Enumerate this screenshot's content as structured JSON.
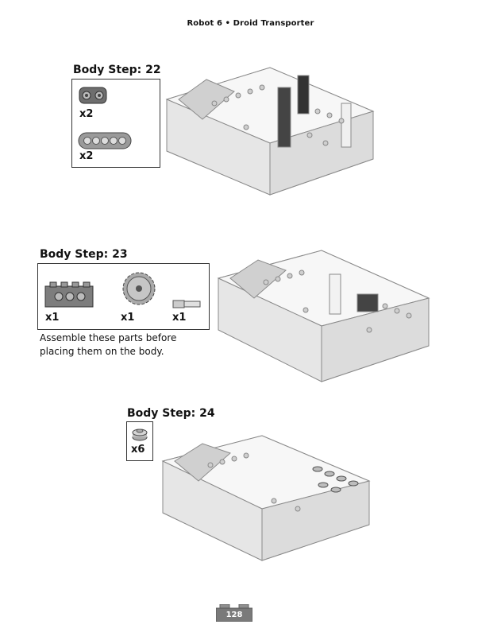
{
  "header": {
    "title": "Robot 6 • Droid Transporter"
  },
  "steps": [
    {
      "title": "Body Step: 22",
      "parts": [
        {
          "icon": "angled-connector-part-icon",
          "qty": "x2"
        },
        {
          "icon": "five-hole-beam-part-icon",
          "qty": "x2"
        }
      ]
    },
    {
      "title": "Body Step: 23",
      "parts": [
        {
          "icon": "technic-brick-part-icon",
          "qty": "x1"
        },
        {
          "icon": "gear-part-icon",
          "qty": "x1"
        },
        {
          "icon": "axle-pin-part-icon",
          "qty": "x1"
        }
      ],
      "note_line1": "Assemble these parts before",
      "note_line2": "placing them on the body."
    },
    {
      "title": "Body Step: 24",
      "parts": [
        {
          "icon": "round-plate-part-icon",
          "qty": "x6"
        }
      ]
    }
  ],
  "footer": {
    "page_number": "128"
  }
}
